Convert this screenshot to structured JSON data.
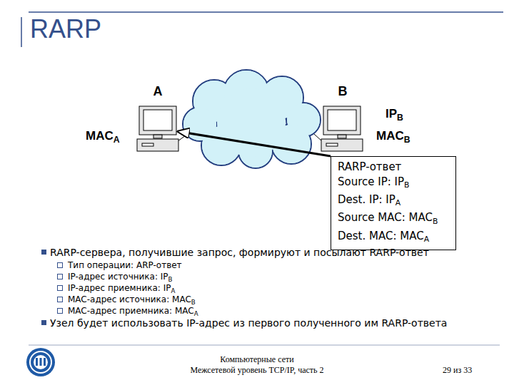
{
  "diagram": {
    "title": "RARP",
    "nodes": [
      {
        "text": [
          "A"
        ]
      },
      {
        "text": [
          "B"
        ]
      },
      {
        "text": [
          "RARP-ответ",
          "Source IP: IP",
          "B",
          "Dest. IP: IP",
          "A",
          "Source MAC: MAC",
          "B",
          "Dest. MAC: MAC",
          "A"
        ]
      }
    ],
    "edges": [
      {
        "from": 2,
        "to": 0,
        "arrow": "to"
      }
    ],
    "labels": [
      "MAC",
      "A",
      "IP",
      "B",
      "MAC",
      "B",
      "RARP-сервера, получившие запрос, формируют и посылают RARP-ответ",
      "Тип операции: ARP-ответ",
      "IP-адрес источника: IP",
      "B",
      "IP-адрес приемника: IP",
      "A",
      "MAC-адрес источника: MAC",
      "B",
      "MAC-адрес приемника: MAC",
      "A",
      "Узел будет использовать IP-адрес из первого полученного им RARP-ответа",
      "Компьютерные сети",
      "Межсетевой уровень TCP/IP, часть 2",
      "29 из 33"
    ]
  }
}
